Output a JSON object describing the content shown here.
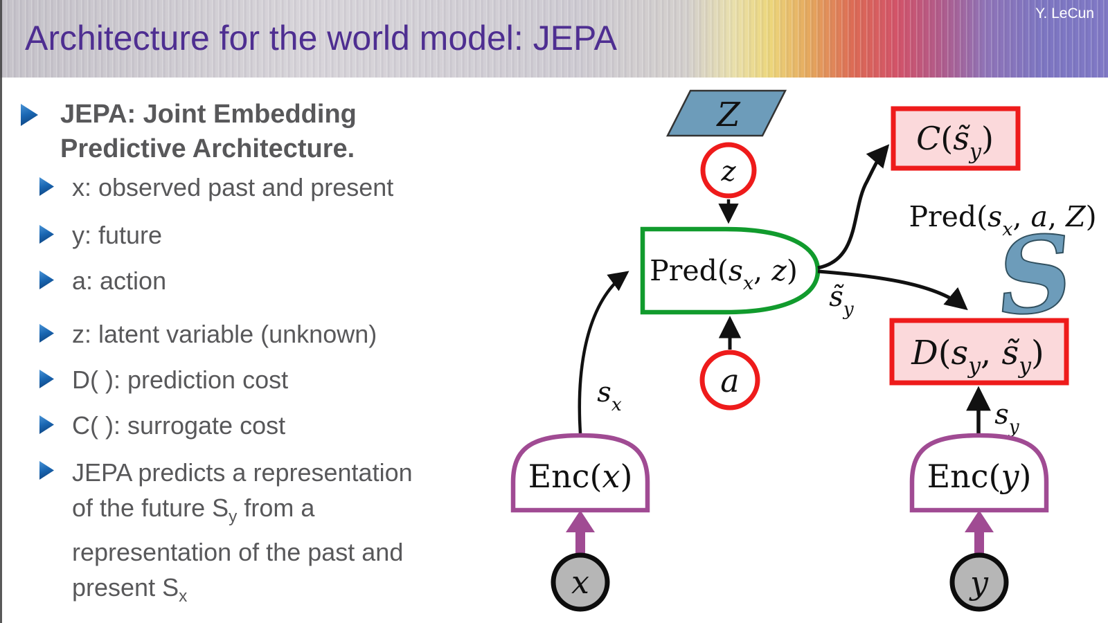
{
  "header": {
    "title": "Architecture for the world model: JEPA",
    "author": "Y. LeCun"
  },
  "bullets": {
    "main_line1": "JEPA: Joint Embedding",
    "main_line2": "Predictive Architecture.",
    "items": [
      "x: observed past and present",
      "y: future",
      "a: action",
      "z: latent variable (unknown)",
      "D( ): prediction cost",
      "C( ): surrogate cost"
    ],
    "final_line1": "JEPA predicts a representation",
    "final_line2": [
      {
        "t": "of the future S"
      },
      {
        "t": "y",
        "s": 1
      },
      {
        "t": " from a"
      }
    ],
    "final_line3": "representation of the past and",
    "final_line4": [
      {
        "t": "present S"
      },
      {
        "t": "x",
        "s": 1
      }
    ]
  },
  "diagram": {
    "latent_set_label": [
      {
        "t": "Z",
        "v": 1
      }
    ],
    "latent_node": [
      {
        "t": "z",
        "v": 1
      }
    ],
    "action_node": [
      {
        "t": "a",
        "v": 1
      }
    ],
    "x_node": [
      {
        "t": "x",
        "v": 1
      }
    ],
    "y_node": [
      {
        "t": "y",
        "v": 1
      }
    ],
    "predictor": [
      {
        "t": "Pred("
      },
      {
        "t": "s",
        "v": 1
      },
      {
        "t": "x",
        "v": 1,
        "s": 1
      },
      {
        "t": ", "
      },
      {
        "t": "z",
        "v": 1
      },
      {
        "t": ")"
      }
    ],
    "predictor_full": [
      {
        "t": "Pred("
      },
      {
        "t": "s",
        "v": 1
      },
      {
        "t": "x",
        "v": 1,
        "s": 1
      },
      {
        "t": ", "
      },
      {
        "t": "a",
        "v": 1
      },
      {
        "t": ", "
      },
      {
        "t": "Z",
        "v": 1
      },
      {
        "t": ")"
      }
    ],
    "surrogate_cost": [
      {
        "t": "C",
        "v": 1
      },
      {
        "t": "("
      },
      {
        "t": "s̃",
        "v": 1
      },
      {
        "t": "y",
        "v": 1,
        "s": 1
      },
      {
        "t": ")"
      }
    ],
    "prediction_cost": [
      {
        "t": "D",
        "v": 1
      },
      {
        "t": "("
      },
      {
        "t": "s",
        "v": 1
      },
      {
        "t": "y",
        "v": 1,
        "s": 1
      },
      {
        "t": ", "
      },
      {
        "t": "s̃",
        "v": 1
      },
      {
        "t": "y",
        "v": 1,
        "s": 1
      },
      {
        "t": ")"
      }
    ],
    "encoder_x": [
      {
        "t": "Enc("
      },
      {
        "t": "x",
        "v": 1
      },
      {
        "t": ")"
      }
    ],
    "encoder_y": [
      {
        "t": "Enc("
      },
      {
        "t": "y",
        "v": 1
      },
      {
        "t": ")"
      }
    ],
    "label_sx": [
      {
        "t": "s",
        "v": 1
      },
      {
        "t": "x",
        "v": 1,
        "s": 1
      }
    ],
    "label_sy": [
      {
        "t": "s",
        "v": 1
      },
      {
        "t": "y",
        "v": 1,
        "s": 1
      }
    ],
    "label_sy_tilde": [
      {
        "t": "s̃",
        "v": 1
      },
      {
        "t": "y",
        "v": 1,
        "s": 1
      }
    ],
    "s_ribbon": "S"
  },
  "colors": {
    "title": "#4e2e91",
    "green": "#119b2d",
    "red": "#ee1b1b",
    "pink_fill": "#fbd9db",
    "purple": "#a04b93",
    "slate_blue": "#6d9cba",
    "bullet_blue": "#1a67b3",
    "text_gray": "#58585a"
  }
}
